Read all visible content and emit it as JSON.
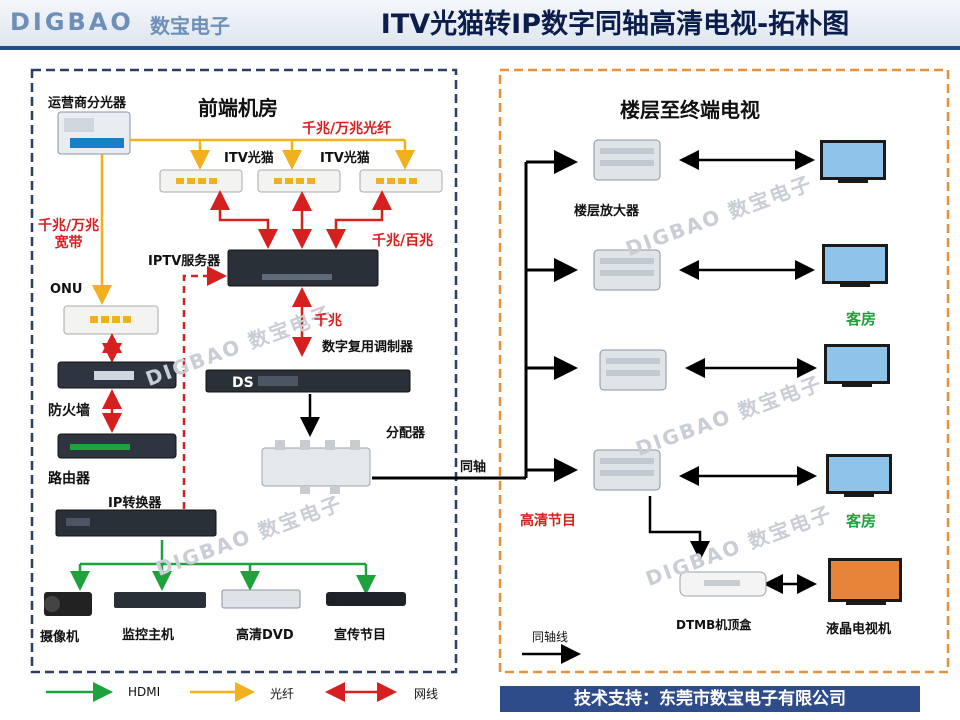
{
  "header": {
    "logo_text": "DIGBAO",
    "logo_cn": "数宝电子",
    "title": "ITV光猫转IP数字同轴高清电视-拓朴图"
  },
  "front_room": {
    "title": "前端机房",
    "splitter_label": "运营商分光器",
    "modem_label_1": "ITV光猫",
    "modem_label_2": "ITV光猫",
    "fiber_label": "千兆/万兆光纤",
    "broadband_label": "千兆/万兆\n宽带",
    "onu_label": "ONU",
    "firewall_label": "防火墙",
    "router_label": "路由器",
    "iptv_server_label": "IPTV服务器",
    "lan_label": "千兆/百兆",
    "gigabit_label": "千兆",
    "modulator_label": "数字复用调制器",
    "divider_label": "分配器",
    "ip_converter_label": "IP转换器",
    "camera_label": "摄像机",
    "monitor_host_label": "监控主机",
    "dvd_label": "高清DVD",
    "promo_label": "宣传节目",
    "modulator_text": "DS"
  },
  "floor": {
    "title": "楼层至终端电视",
    "amplifier_label": "楼层放大器",
    "guest_room_1": "客房",
    "guest_room_2": "客房",
    "hd_program_label": "高清节目",
    "dtmb_label": "DTMB机顶盒",
    "lcd_tv_label": "液晶电视机",
    "coax_label": "同轴"
  },
  "legend": {
    "coax": "同轴线",
    "hdmi": "HDMI",
    "fiber": "光纤",
    "network": "网线"
  },
  "footer": "技术支持：东莞市数宝电子有限公司",
  "watermark": "DIGBAO 数宝电子",
  "colors": {
    "hdmi": "#1ea23c",
    "fiber": "#f2b01e",
    "network": "#d61f1f",
    "coax": "#000000",
    "front_border": "#2b3f66",
    "floor_border": "#e8913a"
  }
}
